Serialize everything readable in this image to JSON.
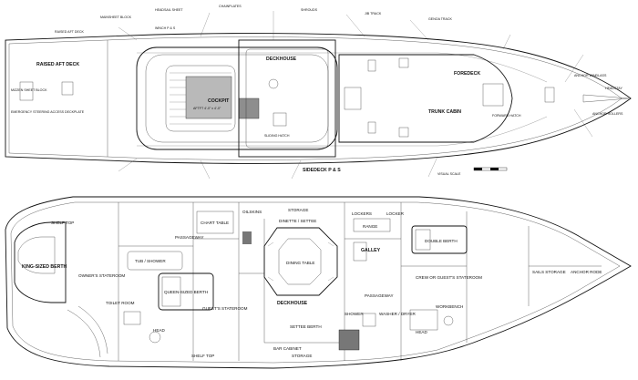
{
  "deck_plan": {
    "raised_aft_deck": "RAISED AFT DECK",
    "cockpit": "COCKPIT",
    "aftfoot": "AFTFT 4'-0\" x 4'-0\"",
    "deckhouse": "DECKHOUSE",
    "trunk_cabin": "TRUNK CABIN",
    "foredeck": "FOREDECK",
    "sidedeck": "SIDEDECK P & S",
    "visual_scale": "VISUAL SCALE",
    "mizzen_sheet": "MIZZEN SHEET BLOCK",
    "emergency_steering": "EMERGENCY STEERING ACCESS DECKPLATE",
    "winch": "WINCH P & S",
    "sliding_hatch": "SLIDING HATCH",
    "anchor_windlass": "ANCHOR WINDLASS",
    "headstay": "HEADSTAY",
    "anchor_rollers": "ANCHOR ROLLERS",
    "forward_hatch": "FORWARD HATCH",
    "top_notes": [
      "RAISED AFT DECK",
      "MAINSHEET BLOCK",
      "HEADSAIL SHEET",
      "CHAINPLATES",
      "SHROUDS",
      "JIB TRACK",
      "GENOA TRACK"
    ]
  },
  "accommodation_plan": {
    "kingsized_berth": "KING-SIZED BERTH",
    "owners_stateroom": "OWNER'S STATEROOM",
    "tub_shower": "TUB / SHOWER",
    "queen_berth": "QUEEN-SIZED BERTH",
    "guests_stateroom": "GUEST'S STATEROOM",
    "chart_table": "CHART TABLE",
    "passageway": "PASSAGEWAY",
    "oilskins": "OILSKINS",
    "storage": "STORAGE",
    "dinette": "DINETTE / SETTEE",
    "dining_table": "DINING TABLE",
    "deckhouse": "DECKHOUSE",
    "lockers": "LOCKERS",
    "galley": "GALLEY",
    "range": "RANGE",
    "locker": "LOCKER",
    "double_berth": "DOUBLE BERTH",
    "crew_stateroom": "CREW OR GUEST'S STATEROOM",
    "sails_storage": "SAILS STORAGE",
    "anchor_rode": "ANCHOR RODE",
    "workbench": "WORKBENCH",
    "head": "HEAD",
    "shelf_top": "SHELF TOP",
    "settee_berth": "SETTEE BERTH",
    "bar_cabinet": "BAR CABINET",
    "washer_dryer": "WASHER / DRYER",
    "shower": "SHOWER",
    "toilet_room": "TOILET ROOM"
  }
}
